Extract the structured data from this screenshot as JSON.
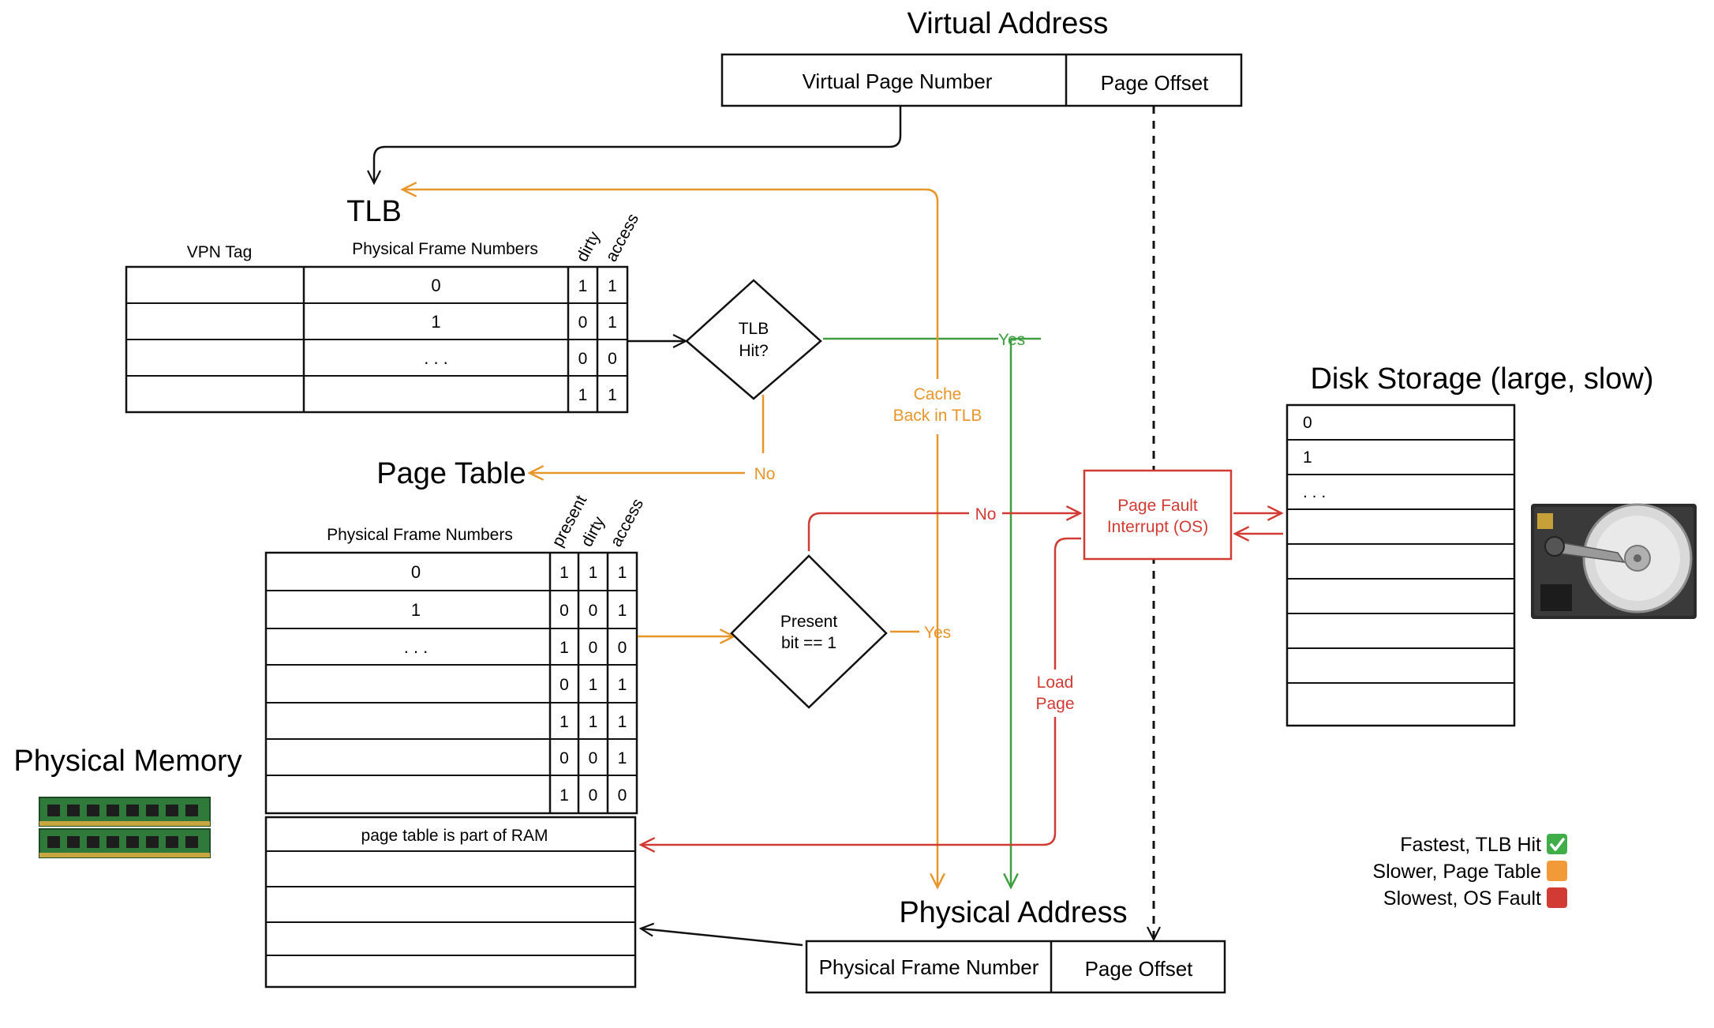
{
  "colors": {
    "black": "#111111",
    "orange": "#e8952a",
    "green": "#3f9e3f",
    "red": "#d23b33"
  },
  "virtual_address": {
    "title": "Virtual Address",
    "vpn": "Virtual Page Number",
    "offset": "Page Offset"
  },
  "tlb": {
    "title": "TLB",
    "col_vpn": "VPN Tag",
    "col_pfn": "Physical Frame Numbers",
    "col_dirty": "dirty",
    "col_access": "access",
    "rows": [
      {
        "pfn": "0",
        "dirty": "1",
        "access": "1"
      },
      {
        "pfn": "1",
        "dirty": "0",
        "access": "1"
      },
      {
        "pfn": ". . .",
        "dirty": "0",
        "access": "0"
      },
      {
        "pfn": "",
        "dirty": "1",
        "access": "1"
      }
    ]
  },
  "tlb_hit": {
    "line1": "TLB",
    "line2": "Hit?"
  },
  "page_table": {
    "title": "Page Table",
    "col_pfn": "Physical Frame Numbers",
    "col_present": "present",
    "col_dirty": "dirty",
    "col_access": "access",
    "rows": [
      {
        "pfn": "0",
        "present": "1",
        "dirty": "1",
        "access": "1"
      },
      {
        "pfn": "1",
        "present": "0",
        "dirty": "0",
        "access": "1"
      },
      {
        "pfn": ". . .",
        "present": "1",
        "dirty": "0",
        "access": "0"
      },
      {
        "pfn": "",
        "present": "0",
        "dirty": "1",
        "access": "1"
      },
      {
        "pfn": "",
        "present": "1",
        "dirty": "1",
        "access": "1"
      },
      {
        "pfn": "",
        "present": "0",
        "dirty": "0",
        "access": "1"
      },
      {
        "pfn": "",
        "present": "1",
        "dirty": "0",
        "access": "0"
      }
    ],
    "ram_note": "page table is part of RAM"
  },
  "present_check": {
    "line1": "Present",
    "line2": "bit == 1"
  },
  "page_fault": {
    "line1": "Page Fault",
    "line2": "Interrupt (OS)"
  },
  "flow_labels": {
    "yes_tlb": "Yes",
    "no_tlb": "No",
    "cache_line1": "Cache",
    "cache_line2": "Back in TLB",
    "no_present": "No",
    "yes_present": "Yes",
    "load_line1": "Load",
    "load_line2": "Page"
  },
  "disk": {
    "title": "Disk Storage (large, slow)",
    "rows": [
      "0",
      "1",
      ". . .",
      "",
      "",
      "",
      "",
      "",
      ""
    ]
  },
  "physical_memory": {
    "title": "Physical Memory"
  },
  "physical_address": {
    "title": "Physical Address",
    "pfn": "Physical Frame Number",
    "offset": "Page Offset"
  },
  "legend": {
    "items": [
      {
        "text": "Fastest, TLB Hit",
        "color": "#3fae49",
        "icon": "check-mark-icon"
      },
      {
        "text": "Slower, Page Table",
        "color": "#f29a38",
        "icon": "orange-square-icon"
      },
      {
        "text": "Slowest, OS Fault",
        "color": "#d23b33",
        "icon": "red-square-icon"
      }
    ]
  }
}
